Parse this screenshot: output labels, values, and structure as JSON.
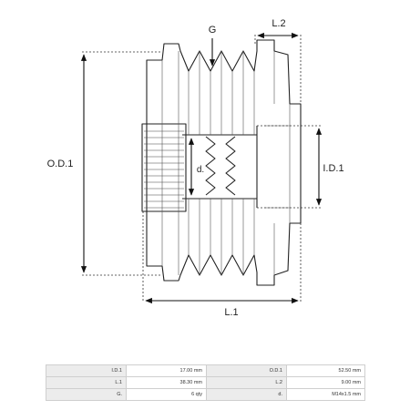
{
  "diagram": {
    "labels": {
      "groove": "G",
      "length_2": "L.2",
      "outer_diameter": "O.D.1",
      "thread_diameter": "d.",
      "inner_diameter": "I.D.1",
      "length_1": "L.1"
    },
    "groove_count": 6
  },
  "specs": [
    [
      {
        "key": "I.D.1",
        "value": "17.00 mm"
      },
      {
        "key": "O.D.1",
        "value": "52.50 mm"
      }
    ],
    [
      {
        "key": "L.1",
        "value": "38.30 mm"
      },
      {
        "key": "L.2",
        "value": "9.00 mm"
      }
    ],
    [
      {
        "key": "G.",
        "value": "6 qty"
      },
      {
        "key": "d.",
        "value": "M14x1.5 mm"
      }
    ]
  ]
}
